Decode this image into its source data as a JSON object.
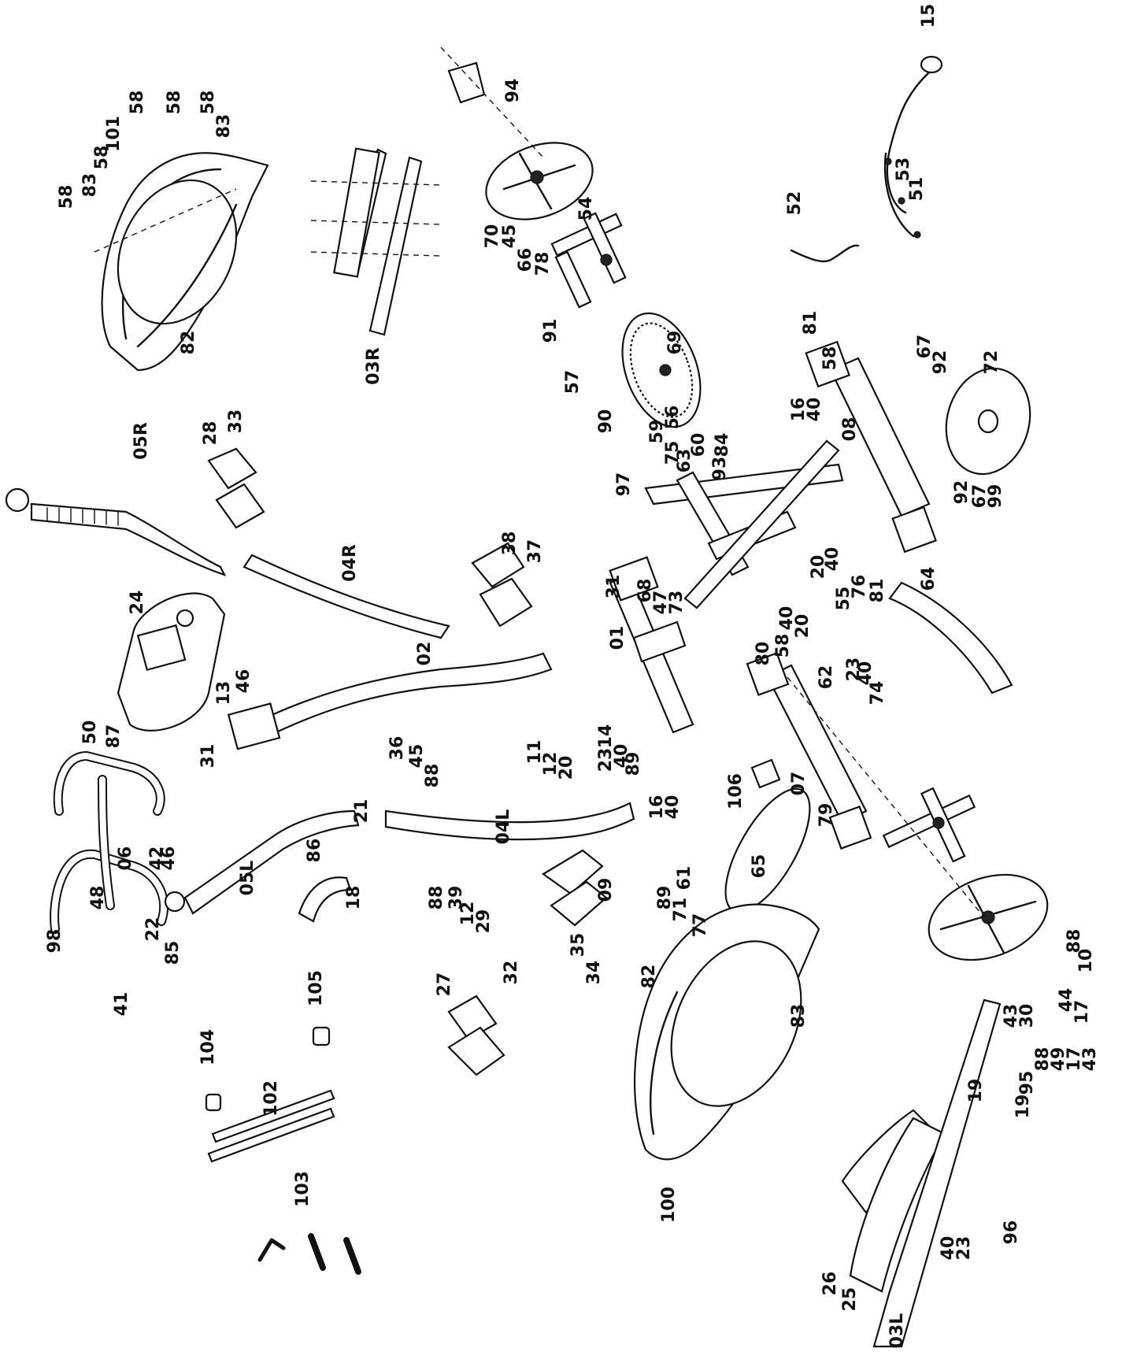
{
  "labels": [
    {
      "id": "p15",
      "text": "15"
    },
    {
      "id": "p53",
      "text": "53"
    },
    {
      "id": "p51",
      "text": "51"
    },
    {
      "id": "p52",
      "text": "52"
    },
    {
      "id": "p94",
      "text": "94"
    },
    {
      "id": "p54",
      "text": "54"
    },
    {
      "id": "p70",
      "text": "70"
    },
    {
      "id": "p45a",
      "text": "45"
    },
    {
      "id": "p66",
      "text": "66"
    },
    {
      "id": "p78",
      "text": "78"
    },
    {
      "id": "p91",
      "text": "91"
    },
    {
      "id": "p57",
      "text": "57"
    },
    {
      "id": "p90",
      "text": "90"
    },
    {
      "id": "p69",
      "text": "69"
    },
    {
      "id": "p59",
      "text": "59"
    },
    {
      "id": "p56",
      "text": "56"
    },
    {
      "id": "p75",
      "text": "75"
    },
    {
      "id": "p63",
      "text": "63"
    },
    {
      "id": "p60",
      "text": "60"
    },
    {
      "id": "p84",
      "text": "84"
    },
    {
      "id": "p93",
      "text": "93"
    },
    {
      "id": "p81a",
      "text": "81"
    },
    {
      "id": "p58a",
      "text": "58"
    },
    {
      "id": "p16a",
      "text": "16"
    },
    {
      "id": "p40a",
      "text": "40"
    },
    {
      "id": "p08",
      "text": "08"
    },
    {
      "id": "p67a",
      "text": "67"
    },
    {
      "id": "p92a",
      "text": "92"
    },
    {
      "id": "p72",
      "text": "72"
    },
    {
      "id": "p92b",
      "text": "92"
    },
    {
      "id": "p67b",
      "text": "67"
    },
    {
      "id": "p99",
      "text": "99"
    },
    {
      "id": "p03R",
      "text": "03R"
    },
    {
      "id": "p82a",
      "text": "82"
    },
    {
      "id": "p58b",
      "text": "58"
    },
    {
      "id": "p58c",
      "text": "58"
    },
    {
      "id": "p58d",
      "text": "58"
    },
    {
      "id": "p101",
      "text": "101"
    },
    {
      "id": "p83a",
      "text": "83"
    },
    {
      "id": "p58e",
      "text": "58"
    },
    {
      "id": "p83b",
      "text": "83"
    },
    {
      "id": "p58f",
      "text": "58"
    },
    {
      "id": "p05R",
      "text": "05R"
    },
    {
      "id": "p28",
      "text": "28"
    },
    {
      "id": "p33",
      "text": "33"
    },
    {
      "id": "p04R",
      "text": "04R"
    },
    {
      "id": "p38",
      "text": "38"
    },
    {
      "id": "p37",
      "text": "37"
    },
    {
      "id": "p97",
      "text": "97"
    },
    {
      "id": "p31a",
      "text": "31"
    },
    {
      "id": "p68",
      "text": "68"
    },
    {
      "id": "p47",
      "text": "47"
    },
    {
      "id": "p73",
      "text": "73"
    },
    {
      "id": "p20a",
      "text": "20"
    },
    {
      "id": "p40b",
      "text": "40"
    },
    {
      "id": "p55",
      "text": "55"
    },
    {
      "id": "p76",
      "text": "76"
    },
    {
      "id": "p81b",
      "text": "81"
    },
    {
      "id": "p40c",
      "text": "40"
    },
    {
      "id": "p20b",
      "text": "20"
    },
    {
      "id": "p23a",
      "text": "23"
    },
    {
      "id": "p64",
      "text": "64"
    },
    {
      "id": "p62",
      "text": "62"
    },
    {
      "id": "p40d",
      "text": "40"
    },
    {
      "id": "p74",
      "text": "74"
    },
    {
      "id": "p80",
      "text": "80"
    },
    {
      "id": "p58g",
      "text": "58"
    },
    {
      "id": "p24",
      "text": "24"
    },
    {
      "id": "p02",
      "text": "02"
    },
    {
      "id": "p01",
      "text": "01"
    },
    {
      "id": "p13",
      "text": "13"
    },
    {
      "id": "p46a",
      "text": "46"
    },
    {
      "id": "p31b",
      "text": "31"
    },
    {
      "id": "p14",
      "text": "14"
    },
    {
      "id": "p11",
      "text": "11"
    },
    {
      "id": "p12a",
      "text": "12"
    },
    {
      "id": "p20c",
      "text": "20"
    },
    {
      "id": "p36",
      "text": "36"
    },
    {
      "id": "p45b",
      "text": "45"
    },
    {
      "id": "p88a",
      "text": "88"
    },
    {
      "id": "p23b",
      "text": "23"
    },
    {
      "id": "p40e",
      "text": "40"
    },
    {
      "id": "p89a",
      "text": "89"
    },
    {
      "id": "p16b",
      "text": "16"
    },
    {
      "id": "p40f",
      "text": "40"
    },
    {
      "id": "p07",
      "text": "07"
    },
    {
      "id": "p106",
      "text": "106"
    },
    {
      "id": "p79",
      "text": "79"
    },
    {
      "id": "p65",
      "text": "65"
    },
    {
      "id": "p50",
      "text": "50"
    },
    {
      "id": "p87",
      "text": "87"
    },
    {
      "id": "p06",
      "text": "06"
    },
    {
      "id": "p42",
      "text": "42"
    },
    {
      "id": "p46b",
      "text": "46"
    },
    {
      "id": "p48",
      "text": "48"
    },
    {
      "id": "p98",
      "text": "98"
    },
    {
      "id": "p22",
      "text": "22"
    },
    {
      "id": "p41",
      "text": "41"
    },
    {
      "id": "p85",
      "text": "85"
    },
    {
      "id": "p05L",
      "text": "05L"
    },
    {
      "id": "p21",
      "text": "21"
    },
    {
      "id": "p18",
      "text": "18"
    },
    {
      "id": "p86",
      "text": "86"
    },
    {
      "id": "p04L",
      "text": "04L"
    },
    {
      "id": "p88b",
      "text": "88"
    },
    {
      "id": "p39",
      "text": "39"
    },
    {
      "id": "p12b",
      "text": "12"
    },
    {
      "id": "p29",
      "text": "29"
    },
    {
      "id": "p61",
      "text": "61"
    },
    {
      "id": "p89b",
      "text": "89"
    },
    {
      "id": "p71",
      "text": "71"
    },
    {
      "id": "p77",
      "text": "77"
    },
    {
      "id": "p09",
      "text": "09"
    },
    {
      "id": "p35",
      "text": "35"
    },
    {
      "id": "p34",
      "text": "34"
    },
    {
      "id": "p32",
      "text": "32"
    },
    {
      "id": "p27",
      "text": "27"
    },
    {
      "id": "p82b",
      "text": "82"
    },
    {
      "id": "p83c",
      "text": "83"
    },
    {
      "id": "p100",
      "text": "100"
    },
    {
      "id": "p88c",
      "text": "88"
    },
    {
      "id": "p10",
      "text": "10"
    },
    {
      "id": "p44",
      "text": "44"
    },
    {
      "id": "p17a",
      "text": "17"
    },
    {
      "id": "p43a",
      "text": "43"
    },
    {
      "id": "p30",
      "text": "30"
    },
    {
      "id": "p88d",
      "text": "88"
    },
    {
      "id": "p49",
      "text": "49"
    },
    {
      "id": "p17b",
      "text": "17"
    },
    {
      "id": "p43b",
      "text": "43"
    },
    {
      "id": "p19a",
      "text": "19"
    },
    {
      "id": "p95",
      "text": "95"
    },
    {
      "id": "p19b",
      "text": "19"
    },
    {
      "id": "p96",
      "text": "96"
    },
    {
      "id": "p40g",
      "text": "40"
    },
    {
      "id": "p23c",
      "text": "23"
    },
    {
      "id": "p26",
      "text": "26"
    },
    {
      "id": "p25",
      "text": "25"
    },
    {
      "id": "p03L",
      "text": "03L"
    },
    {
      "id": "p104",
      "text": "104"
    },
    {
      "id": "p105",
      "text": "105"
    },
    {
      "id": "p102",
      "text": "102"
    },
    {
      "id": "p103",
      "text": "103"
    }
  ]
}
